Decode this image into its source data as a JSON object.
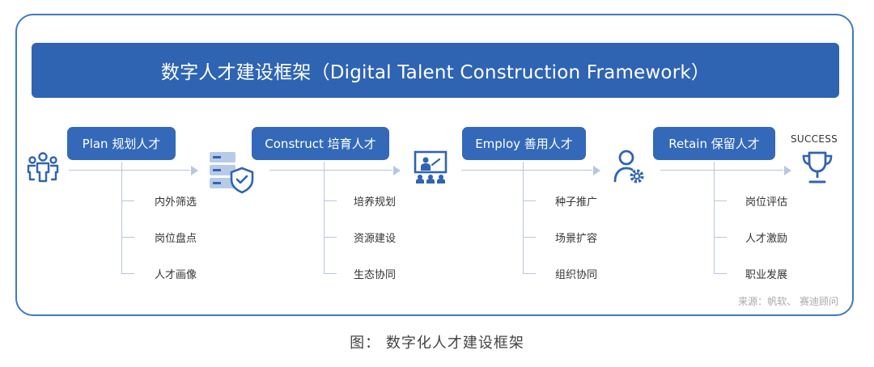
{
  "title": "数字人才建设框架（Digital Talent Construction Framework）",
  "stages": [
    {
      "label": "Plan 规划人才",
      "items": [
        "内外筛选",
        "岗位盘点",
        "人才画像"
      ]
    },
    {
      "label": "Construct 培育人才",
      "items": [
        "培养规划",
        "资源建设",
        "生态协同"
      ]
    },
    {
      "label": "Employ 善用人才",
      "items": [
        "种子推广",
        "场景扩容",
        "组织协同"
      ]
    },
    {
      "label": "Retain 保留人才",
      "items": [
        "岗位评估",
        "人才激励",
        "职业发展"
      ]
    }
  ],
  "icons": [
    "people-group-icon",
    "database-shield-icon",
    "presentation-icon",
    "user-gear-icon",
    "trophy-icon"
  ],
  "success_label": "SUCCESS",
  "source": "来源：帆软、 赛迪顾问",
  "caption": "图： 数字化人才建设框架",
  "colors": {
    "primary": "#2f64b3",
    "button": "#3369b8",
    "line": "#b9c6e0",
    "frame": "#3f79c3"
  }
}
